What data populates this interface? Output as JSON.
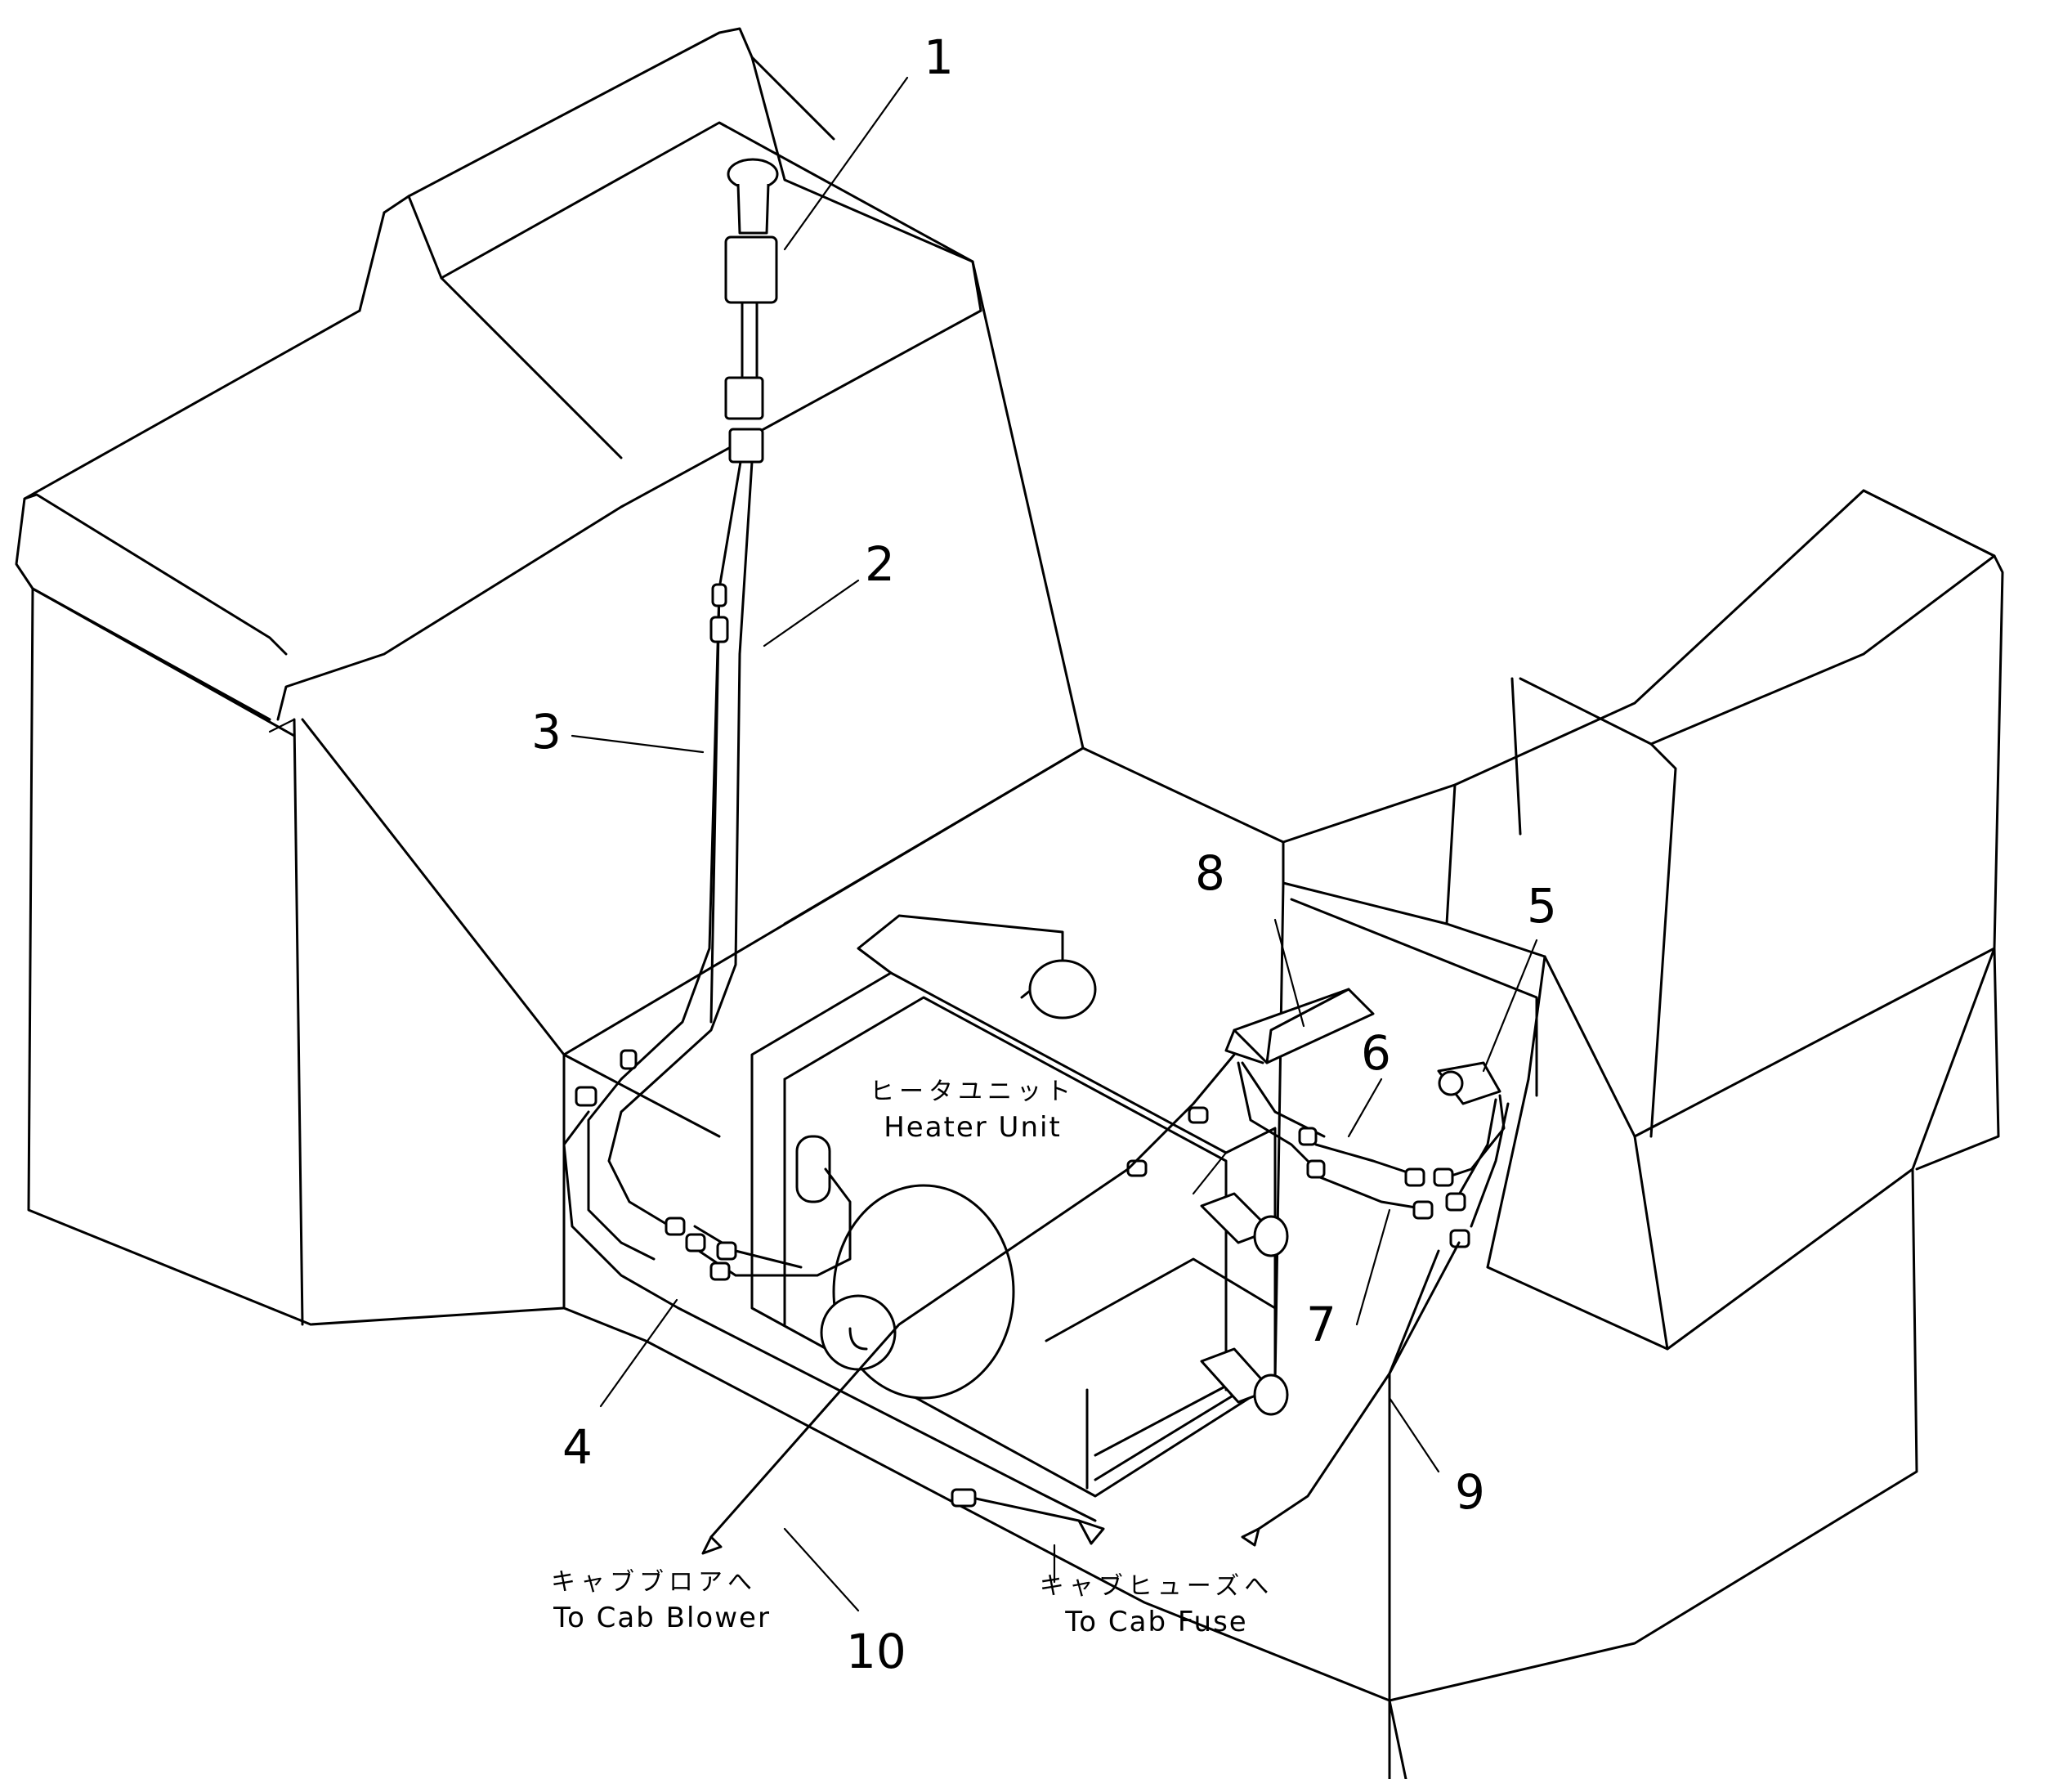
{
  "part_labels": {
    "p1": "1",
    "p2": "2",
    "p3": "3",
    "p4": "4",
    "p5": "5",
    "p6": "6",
    "p7": "7",
    "p8": "8",
    "p9": "9",
    "p10": "10"
  },
  "heater_unit": {
    "label_jp": "ヒータユニット",
    "label_en": "Heater Unit"
  },
  "to_cab_blower": {
    "label_jp": "キャブブロアへ",
    "label_en": "To Cab Blower"
  },
  "to_cab_fuse": {
    "label_jp": "キャブヒューズへ",
    "label_en": "To Cab Fuse"
  }
}
